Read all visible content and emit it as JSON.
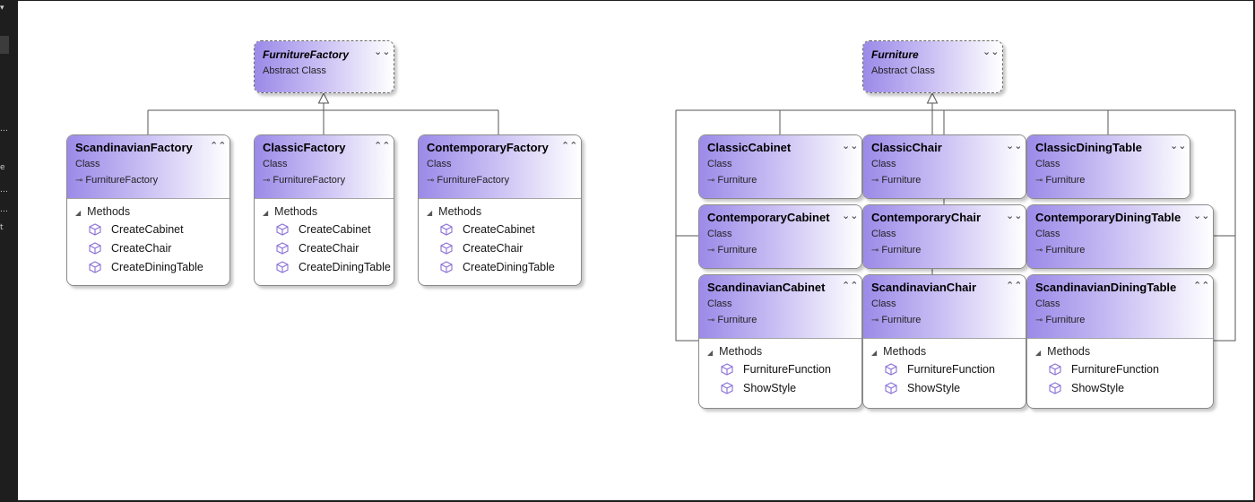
{
  "diagram": {
    "section_label": "Methods",
    "factories": {
      "furniture_factory": {
        "name": "FurnitureFactory",
        "stereotype": "Abstract Class"
      },
      "scandinavian_factory": {
        "name": "ScandinavianFactory",
        "stereotype": "Class",
        "parent": "FurnitureFactory",
        "methods": [
          "CreateCabinet",
          "CreateChair",
          "CreateDiningTable"
        ]
      },
      "classic_factory": {
        "name": "ClassicFactory",
        "stereotype": "Class",
        "parent": "FurnitureFactory",
        "methods": [
          "CreateCabinet",
          "CreateChair",
          "CreateDiningTable"
        ]
      },
      "contemporary_factory": {
        "name": "ContemporaryFactory",
        "stereotype": "Class",
        "parent": "FurnitureFactory",
        "methods": [
          "CreateCabinet",
          "CreateChair",
          "CreateDiningTable"
        ]
      }
    },
    "products": {
      "furniture": {
        "name": "Furniture",
        "stereotype": "Abstract Class"
      },
      "classic_cabinet": {
        "name": "ClassicCabinet",
        "stereotype": "Class",
        "parent": "Furniture"
      },
      "classic_chair": {
        "name": "ClassicChair",
        "stereotype": "Class",
        "parent": "Furniture"
      },
      "classic_dining_table": {
        "name": "ClassicDiningTable",
        "stereotype": "Class",
        "parent": "Furniture"
      },
      "contemporary_cabinet": {
        "name": "ContemporaryCabinet",
        "stereotype": "Class",
        "parent": "Furniture"
      },
      "contemporary_chair": {
        "name": "ContemporaryChair",
        "stereotype": "Class",
        "parent": "Furniture"
      },
      "contemporary_dining_table": {
        "name": "ContemporaryDiningTable",
        "stereotype": "Class",
        "parent": "Furniture"
      },
      "scandinavian_cabinet": {
        "name": "ScandinavianCabinet",
        "stereotype": "Class",
        "parent": "Furniture",
        "methods": [
          "FurnitureFunction",
          "ShowStyle"
        ]
      },
      "scandinavian_chair": {
        "name": "ScandinavianChair",
        "stereotype": "Class",
        "parent": "Furniture",
        "methods": [
          "FurnitureFunction",
          "ShowStyle"
        ]
      },
      "scandinavian_dining_table": {
        "name": "ScandinavianDiningTable",
        "stereotype": "Class",
        "parent": "Furniture",
        "methods": [
          "FurnitureFunction",
          "ShowStyle"
        ]
      }
    }
  },
  "left_strip": {
    "marks": [
      "…",
      "e",
      "…",
      "…",
      "t"
    ]
  },
  "colors": {
    "header_gradient_start": "#9b8ae8",
    "header_gradient_end": "#ffffff",
    "method_icon": "#8a6fd6"
  },
  "icons": {
    "expand": "chevron-down-double-icon",
    "collapse": "chevron-up-double-icon",
    "inherit": "inheritance-arrow-icon",
    "method": "method-cube-icon",
    "section": "collapse-triangle-icon"
  }
}
